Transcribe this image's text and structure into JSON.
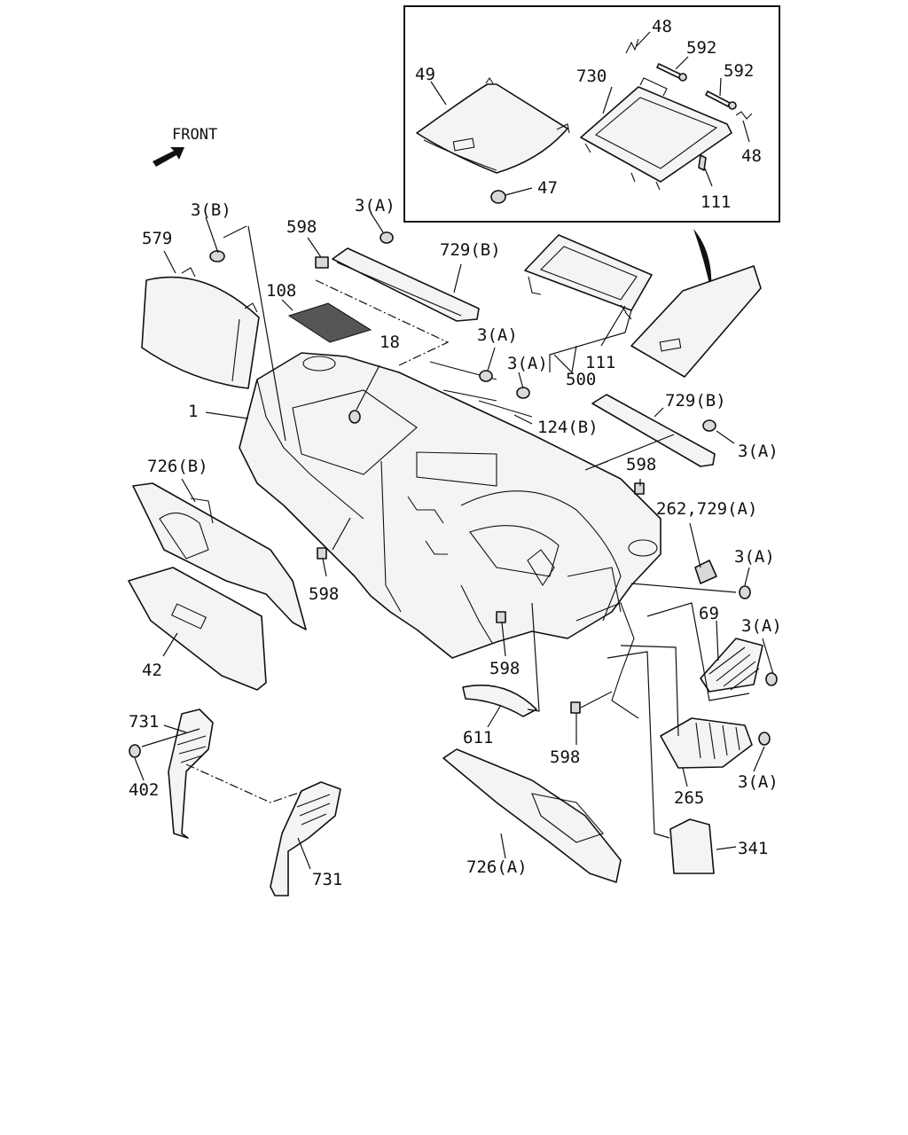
{
  "front_label": "FRONT",
  "labels": {
    "p1": "1",
    "p3b": "3(B)",
    "p3a_1": "3(A)",
    "p3a_2": "3(A)",
    "p3a_3": "3(A)",
    "p3a_4": "3(A)",
    "p3a_5": "3(A)",
    "p3a_6": "3(A)",
    "p3a_7": "3(A)",
    "p18": "18",
    "p42": "42",
    "p47": "47",
    "p48_1": "48",
    "p48_2": "48",
    "p49": "49",
    "p69": "69",
    "p108": "108",
    "p111_1": "111",
    "p111_2": "111",
    "p124b": "124(B)",
    "p262": "262,729(A)",
    "p265": "265",
    "p341": "341",
    "p402": "402",
    "p500": "500",
    "p579": "579",
    "p592_1": "592",
    "p592_2": "592",
    "p598_1": "598",
    "p598_2": "598",
    "p598_3": "598",
    "p598_4": "598",
    "p598_5": "598",
    "p611": "611",
    "p726a": "726(A)",
    "p726b": "726(B)",
    "p729b_1": "729(B)",
    "p729b_2": "729(B)",
    "p730": "730",
    "p731_1": "731",
    "p731_2": "731"
  }
}
